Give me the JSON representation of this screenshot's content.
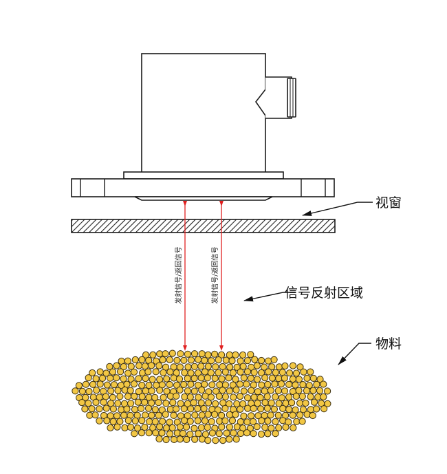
{
  "labels": {
    "window": "视窗",
    "reflection_zone": "信号反射区域",
    "material": "物料",
    "signal_left": "发射信号/返回信号",
    "signal_right": "发射信号/返回信号"
  },
  "colors": {
    "outline": "#1a1a1a",
    "signal_arrow": "#e02020",
    "particle_fill": "#f2c744",
    "particle_stroke": "#3a2e10",
    "window_hatch": "#222222"
  }
}
